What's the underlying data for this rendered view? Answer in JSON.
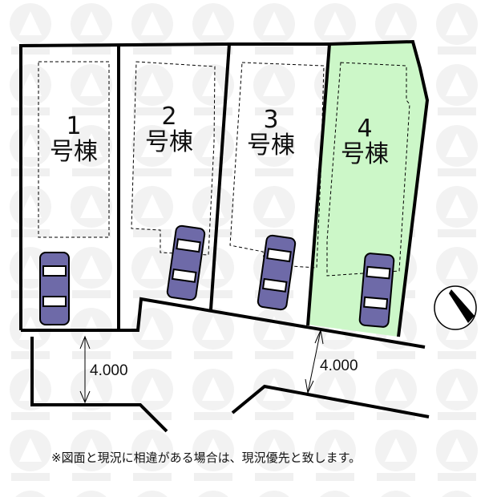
{
  "lots": [
    {
      "number": "1",
      "label": "号棟",
      "highlighted": false
    },
    {
      "number": "2",
      "label": "号棟",
      "highlighted": false
    },
    {
      "number": "3",
      "label": "号棟",
      "highlighted": false
    },
    {
      "number": "4",
      "label": "号棟",
      "highlighted": true
    }
  ],
  "road_widths": [
    "4.000",
    "4.000"
  ],
  "note": "※図面と現況に相違がある場合は、現況優先と致します。",
  "colors": {
    "highlight": "#ccf7c8",
    "car_body": "#6e6aa8",
    "lines": "#000000"
  },
  "icons": [
    "compass-north-icon",
    "car-icon"
  ]
}
